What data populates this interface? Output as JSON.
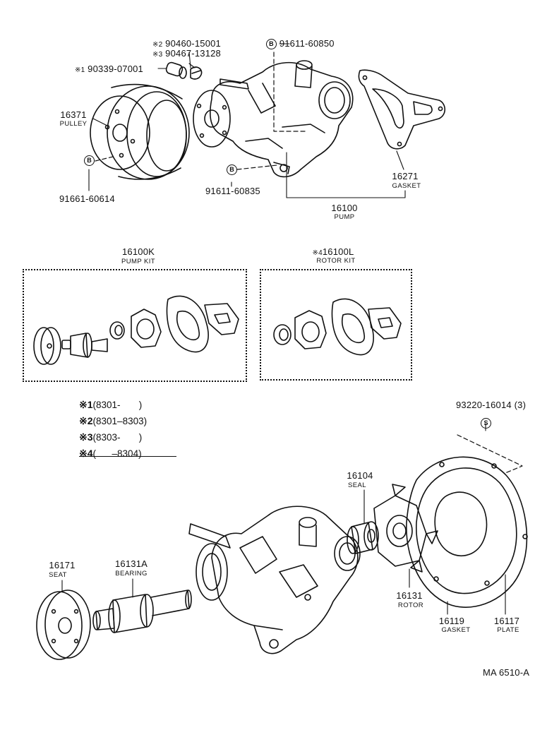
{
  "notes": [
    {
      "mark": "※1",
      "range": "(8301-       )"
    },
    {
      "mark": "※2",
      "range": "(8301–8303)"
    },
    {
      "mark": "※3",
      "range": "(8303-       )"
    },
    {
      "mark": "※4",
      "range": "(      –8304)"
    }
  ],
  "parts": {
    "p90460": "90460-15001",
    "p90467": "90467-13128",
    "p90339": "90339-07001",
    "p91611_60850": "91611-60850",
    "p16371": "16371",
    "pulley": "PULLEY",
    "p91661": "91661-60614",
    "p91611_60835": "91611-60835",
    "p16271": "16271",
    "gasket": "GASKET",
    "p16100": "16100",
    "pump": "PUMP",
    "p16100K": "16100K",
    "pump_kit": "PUMP KIT",
    "p16100L": "16100L",
    "rotor_kit": "ROTOR KIT",
    "p93220": "93220-16014 (3)",
    "p16104": "16104",
    "seal": "SEAL",
    "p16171": "16171",
    "seat": "SEAT",
    "p16131A": "16131A",
    "bearing": "BEARING",
    "p16131": "16131",
    "rotor": "ROTOR",
    "p16119": "16119",
    "gasket2": "GASKET",
    "p16117": "16117",
    "plate": "PLATE"
  },
  "marks": {
    "ast1": "※1",
    "ast2": "※2",
    "ast3": "※3",
    "ast4": "※4",
    "b": "B",
    "s": "S"
  },
  "figure_id": "MA 6510-A"
}
